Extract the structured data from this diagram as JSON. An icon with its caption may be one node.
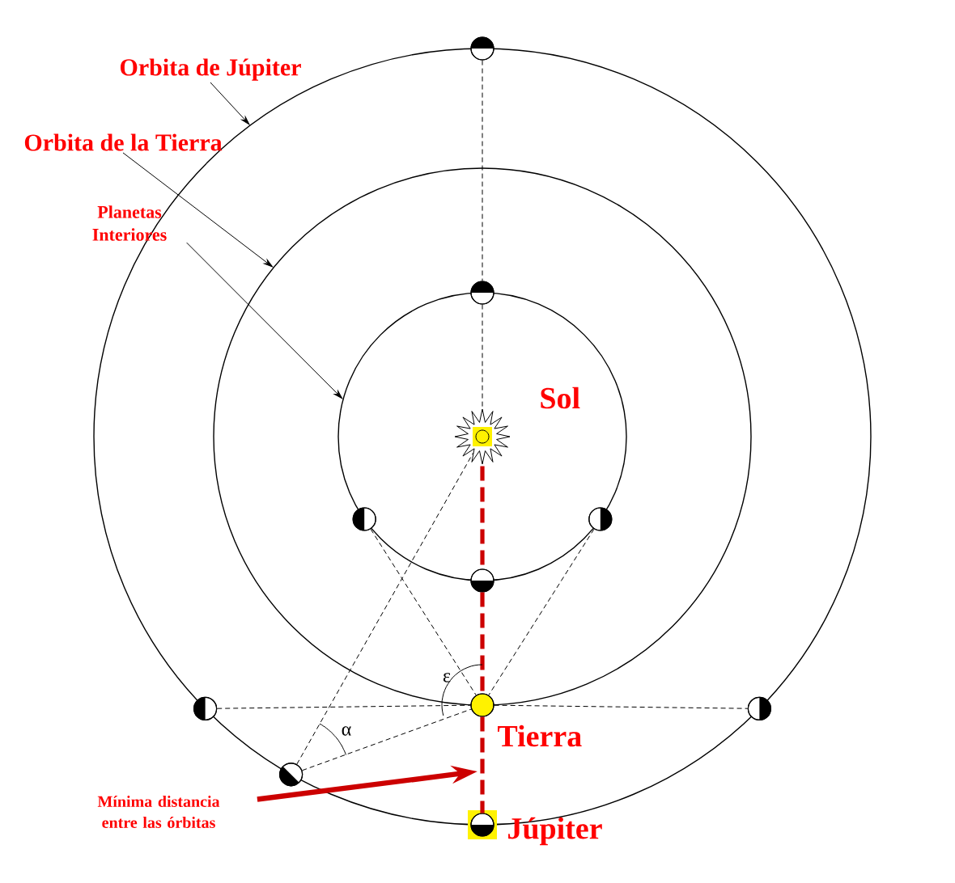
{
  "diagram": {
    "nodes": [
      {
        "text": [],
        "shape": "circle"
      },
      {
        "text": [],
        "shape": "circle",
        "in": 0
      },
      {
        "text": [],
        "shape": "circle",
        "in": 1
      },
      {
        "text": [
          "Orbita de Júpiter"
        ]
      },
      {
        "text": [
          "Orbita de la Tierra"
        ]
      },
      {
        "text": [
          "Planetas Interiores"
        ]
      },
      {
        "text": [],
        "shape": "circle"
      },
      {
        "text": [],
        "shape": "circle",
        "in": 1
      },
      {
        "text": [],
        "shape": "sun",
        "in": 2,
        "beside": [
          "Sol"
        ]
      },
      {
        "text": [],
        "shape": "circle",
        "in": 1
      },
      {
        "text": [],
        "shape": "circle",
        "in": 1
      },
      {
        "text": [],
        "shape": "circle",
        "in": 1
      },
      {
        "text": [],
        "shape": "circle"
      },
      {
        "text": [],
        "shape": "circle",
        "in": 0,
        "beside": [
          "Tierra"
        ]
      },
      {
        "text": [],
        "shape": "circle"
      },
      {
        "text": [],
        "shape": "circle"
      },
      {
        "text": [],
        "shape": "circle",
        "beside": [
          "Júpiter"
        ]
      },
      {
        "text": [
          "Mínima distancia entre las órbitas"
        ]
      }
    ],
    "edges": [
      {
        "from": 3,
        "to": 0,
        "arrow": "to"
      },
      {
        "from": 4,
        "to": 1,
        "arrow": "to"
      },
      {
        "from": 5,
        "to": 2,
        "arrow": "to"
      },
      {
        "from": 6,
        "to": 7,
        "arrow": "none",
        "style": "dashed"
      },
      {
        "from": 7,
        "to": 8,
        "arrow": "none",
        "style": "dashed"
      },
      {
        "from": 8,
        "to": 11,
        "arrow": "none",
        "style": "dashed",
        "color": "#cc0000"
      },
      {
        "from": 11,
        "to": 13,
        "arrow": "none",
        "style": "dashed",
        "color": "#cc0000"
      },
      {
        "from": 13,
        "to": 16,
        "arrow": "none",
        "style": "dashed",
        "color": "#cc0000"
      },
      {
        "from": 12,
        "to": 13,
        "arrow": "none",
        "style": "dashed"
      },
      {
        "from": 13,
        "to": 14,
        "arrow": "none",
        "style": "dashed"
      },
      {
        "from": 9,
        "to": 13,
        "arrow": "none",
        "style": "dashed"
      },
      {
        "from": 10,
        "to": 13,
        "arrow": "none",
        "style": "dashed"
      },
      {
        "from": 15,
        "to": 13,
        "arrow": "none",
        "style": "dashed"
      },
      {
        "from": 15,
        "to": 8,
        "arrow": "none",
        "style": "dashed"
      },
      {
        "from": 17,
        "to": null,
        "arrow": "to",
        "style": "thick",
        "color": "#cc0000"
      }
    ],
    "labels": [
      "α",
      "ε"
    ]
  }
}
